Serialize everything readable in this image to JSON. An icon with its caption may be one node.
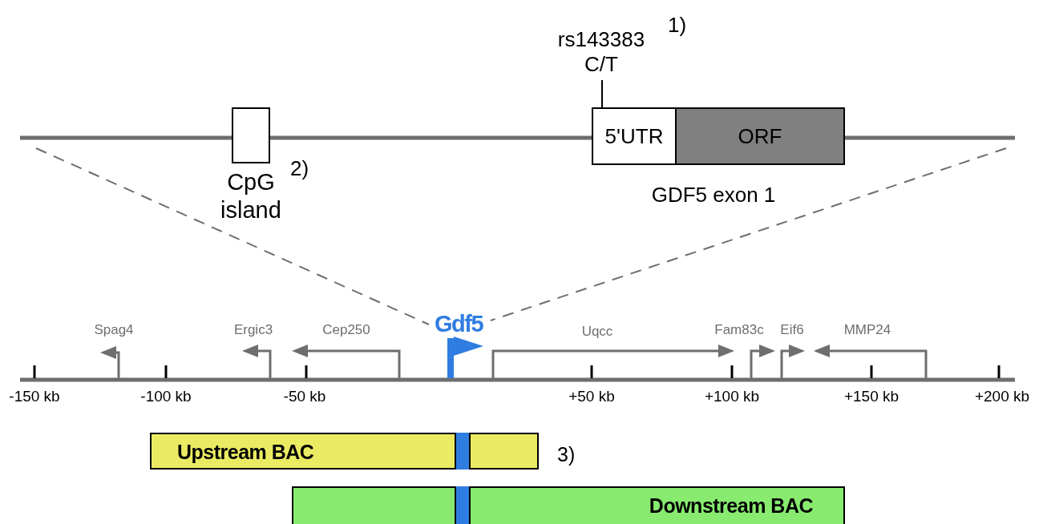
{
  "diagram": {
    "nodes": [
      {
        "text": [
          "CpG island"
        ]
      },
      {
        "text": [
          "5'UTR"
        ]
      },
      {
        "text": [
          "ORF"
        ]
      },
      {
        "text": [
          "rs143383 C/T"
        ]
      },
      {
        "text": [
          "Upstream BAC"
        ]
      },
      {
        "text": [
          "Downstream BAC"
        ]
      }
    ],
    "edges": [
      {
        "from": 3,
        "to": 1,
        "arrow": "none"
      }
    ],
    "labels": [
      "1)",
      "2)",
      "GDF5 exon 1",
      "Spag4",
      "Ergic3",
      "Cep250",
      "Gdf5",
      "Uqcc",
      "Fam83c",
      "Eif6",
      "MMP24",
      "-150 kb",
      "-100 kb",
      "-50 kb",
      "+50 kb",
      "+100 kb",
      "+150 kb",
      "+200 kb",
      "3)"
    ]
  }
}
